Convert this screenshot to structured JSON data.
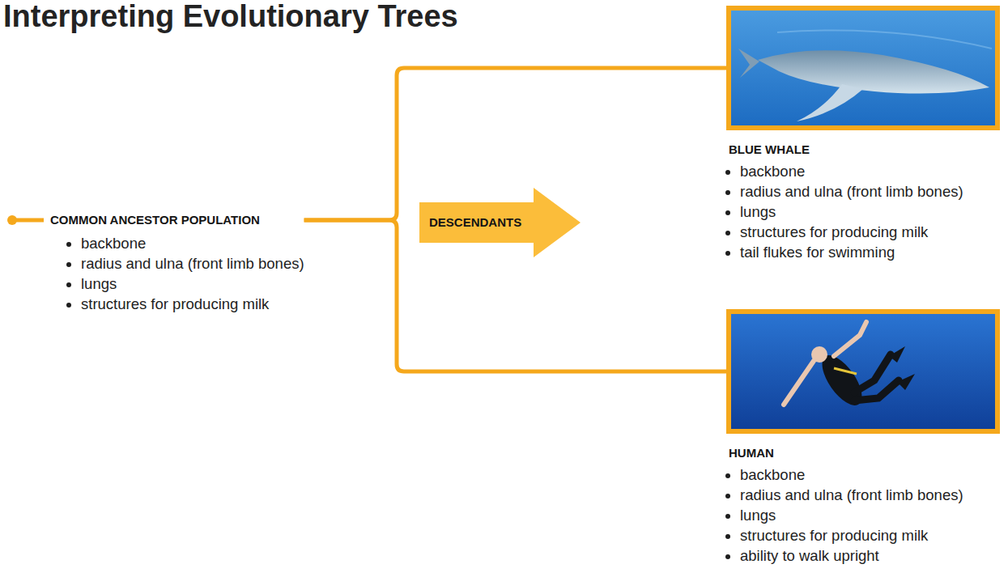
{
  "diagram": {
    "title": "Interpreting Evolutionary Trees",
    "nodes": [
      {
        "text": [
          "COMMON ANCESTOR POPULATION",
          "backbone",
          "radius and ulna (front limb bones)",
          "lungs",
          "structures for producing milk"
        ]
      },
      {
        "text": [
          "DESCENDANTS"
        ]
      },
      {
        "text": [
          "BLUE WHALE",
          "backbone",
          "radius and ulna (front limb bones)",
          "lungs",
          "structures for producing milk",
          "tail flukes for swimming"
        ]
      },
      {
        "text": [
          "HUMAN",
          "backbone",
          "radius and ulna (front limb bones)",
          "lungs",
          "structures for producing milk",
          "ability to walk upright"
        ]
      }
    ],
    "edges": [
      {
        "from": 0,
        "to": 2,
        "arrow": "none"
      },
      {
        "from": 0,
        "to": 3,
        "arrow": "none"
      }
    ]
  }
}
